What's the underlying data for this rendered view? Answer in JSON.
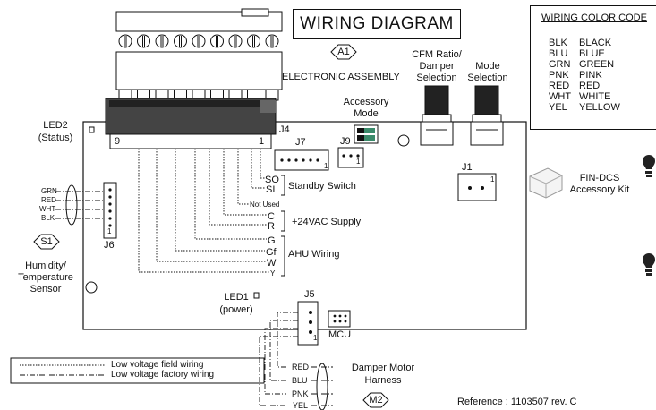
{
  "title": "WIRING DIAGRAM",
  "color_code": {
    "header": "WIRING COLOR CODE",
    "rows": [
      {
        "abbr": "BLK",
        "name": "BLACK"
      },
      {
        "abbr": "BLU",
        "name": "BLUE"
      },
      {
        "abbr": "GRN",
        "name": "GREEN"
      },
      {
        "abbr": "PNK",
        "name": "PINK"
      },
      {
        "abbr": "RED",
        "name": "RED"
      },
      {
        "abbr": "WHT",
        "name": "WHITE"
      },
      {
        "abbr": "YEL",
        "name": "YELLOW"
      }
    ]
  },
  "electronic_assembly": {
    "tag": "A1",
    "label": "ELECTRONIC ASSEMBLY"
  },
  "cfm_label": "CFM Ratio/\nDamper\nSelection",
  "mode_label": "Mode\nSelection",
  "accessory_mode": "Accessory\nMode",
  "led2": "LED2\n(Status)",
  "led1": "LED1\n(power)",
  "connectors": {
    "j1": "J1",
    "j4": "J4",
    "j5": "J5",
    "j6": "J6",
    "j7": "J7",
    "j9": "J9",
    "mcu": "MCU"
  },
  "terminal_numbers": {
    "left": "9",
    "right": "1",
    "pin_one": "1"
  },
  "terminals": {
    "so": "SO",
    "si": "SI",
    "not_used": "Not Used",
    "c": "C",
    "r": "R",
    "g": "G",
    "gf": "Gf",
    "w": "W",
    "y": "Y"
  },
  "groups": {
    "standby": "Standby Switch",
    "supply": "+24VAC Supply",
    "ahu": "AHU Wiring"
  },
  "sensor": {
    "tag": "S1",
    "label": "Humidity/\nTemperature\nSensor",
    "wires": [
      "GRN",
      "RED",
      "WHT",
      "BLK"
    ]
  },
  "fin_dcs": "FIN-DCS\nAccessory Kit",
  "damper": {
    "tag": "M2",
    "label": "Damper Motor\nHarness",
    "wires": [
      "RED",
      "BLU",
      "PNK",
      "YEL"
    ]
  },
  "wiring_legend": {
    "field": "Low voltage field wiring",
    "factory": "Low voltage factory wiring"
  },
  "reference": "Reference : 1103507 rev. C"
}
